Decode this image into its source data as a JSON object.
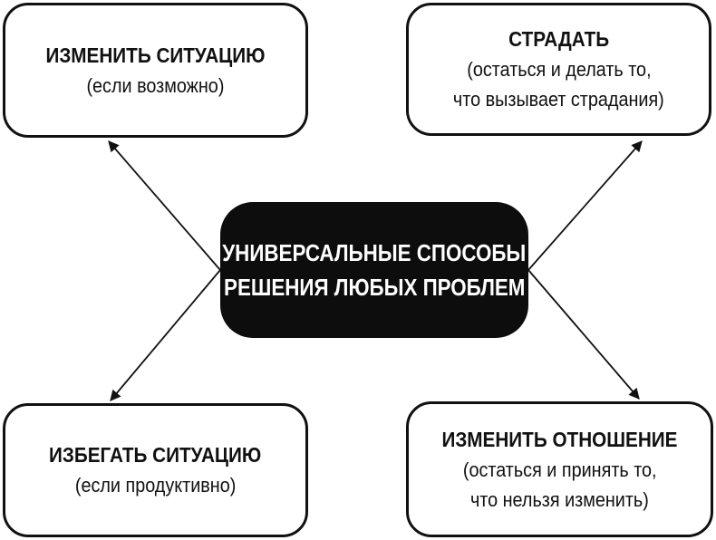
{
  "canvas": {
    "background": "#ffffff"
  },
  "colors": {
    "ink": "#111111",
    "node_fill": "#ffffff",
    "center_fill": "#0d0d0d",
    "center_text": "#ffffff"
  },
  "center_node": {
    "lines": [
      "УНИВЕРСАЛЬНЫЕ СПОСОБЫ",
      "РЕШЕНИЯ ЛЮБЫХ ПРОБЛЕМ"
    ]
  },
  "nodes": {
    "top_left": {
      "title": "ИЗМЕНИТЬ СИТУАЦИЮ",
      "sub1": "(если возможно)"
    },
    "top_right": {
      "title": "СТРАДАТЬ",
      "sub1": "(остаться и делать то,",
      "sub2": "что вызывает страдания)"
    },
    "bottom_left": {
      "title": "ИЗБЕГАТЬ СИТУАЦИЮ",
      "sub1": "(если продуктивно)"
    },
    "bottom_right": {
      "title": "ИЗМЕНИТЬ ОТНОШЕНИЕ",
      "sub1": "(остаться и принять то,",
      "sub2": "что нельзя изменить)"
    }
  },
  "connections": [
    {
      "from": "center",
      "to": "top_left"
    },
    {
      "from": "center",
      "to": "top_right"
    },
    {
      "from": "center",
      "to": "bottom_left"
    },
    {
      "from": "center",
      "to": "bottom_right"
    }
  ]
}
